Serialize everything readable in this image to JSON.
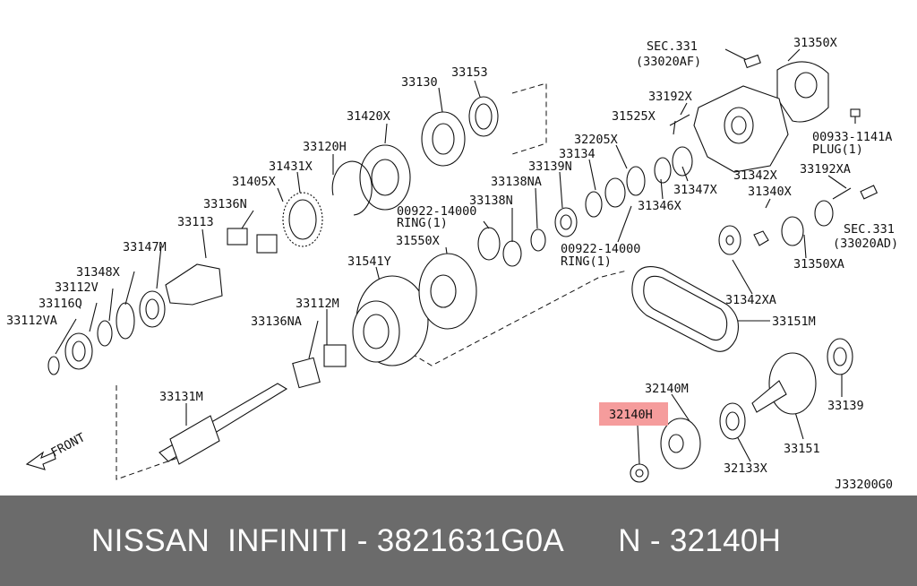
{
  "diagram": {
    "labels": {
      "sec331_top": "SEC.331",
      "sec331_top_ref": "(33020AF)",
      "p31350X": "31350X",
      "p33192X": "33192X",
      "p31525X": "31525X",
      "p00933": "00933-1141A",
      "plug": "PLUG(1)",
      "p33130": "33130",
      "p33153": "33153",
      "p31420X": "31420X",
      "p32205X": "32205X",
      "p33134": "33134",
      "p33120H": "33120H",
      "p33139N": "33139N",
      "p31342X": "31342X",
      "p33192XA": "33192XA",
      "p31431X": "31431X",
      "p33138NA": "33138NA",
      "p31347X": "31347X",
      "p31340X": "31340X",
      "p31405X": "31405X",
      "p33138N": "33138N",
      "p31346X": "31346X",
      "p33136N": "33136N",
      "p00922_a": "00922-14000",
      "ring_a": "RING(1)",
      "sec331_side": "SEC.331",
      "sec331_side_ref": "(33020AD)",
      "p33113": "33113",
      "p31550X": "31550X",
      "p00922_b": "00922-14000",
      "ring_b": "RING(1)",
      "p31350XA": "31350XA",
      "p33147M": "33147M",
      "p31541Y": "31541Y",
      "p31348X": "31348X",
      "p33112V": "33112V",
      "p31342XA": "31342XA",
      "p33116Q": "33116Q",
      "p33112M": "33112M",
      "p33112VA": "33112VA",
      "p33136NA": "33136NA",
      "p33151M": "33151M",
      "p33131M": "33131M",
      "p32140M": "32140M",
      "p32140H": "32140H",
      "p33139": "33139",
      "front": "FRONT",
      "p33151": "33151",
      "p32133X": "32133X",
      "diagram_code": "J33200G0"
    },
    "highlight_color": "#f59c9c"
  },
  "footer": {
    "brand": "NISSAN  INFINITI",
    "separator_1": " - ",
    "part_number": "3821631G0A",
    "spacer": "      ",
    "prefix": "N",
    "separator_2": " - ",
    "callout": "32140H"
  }
}
